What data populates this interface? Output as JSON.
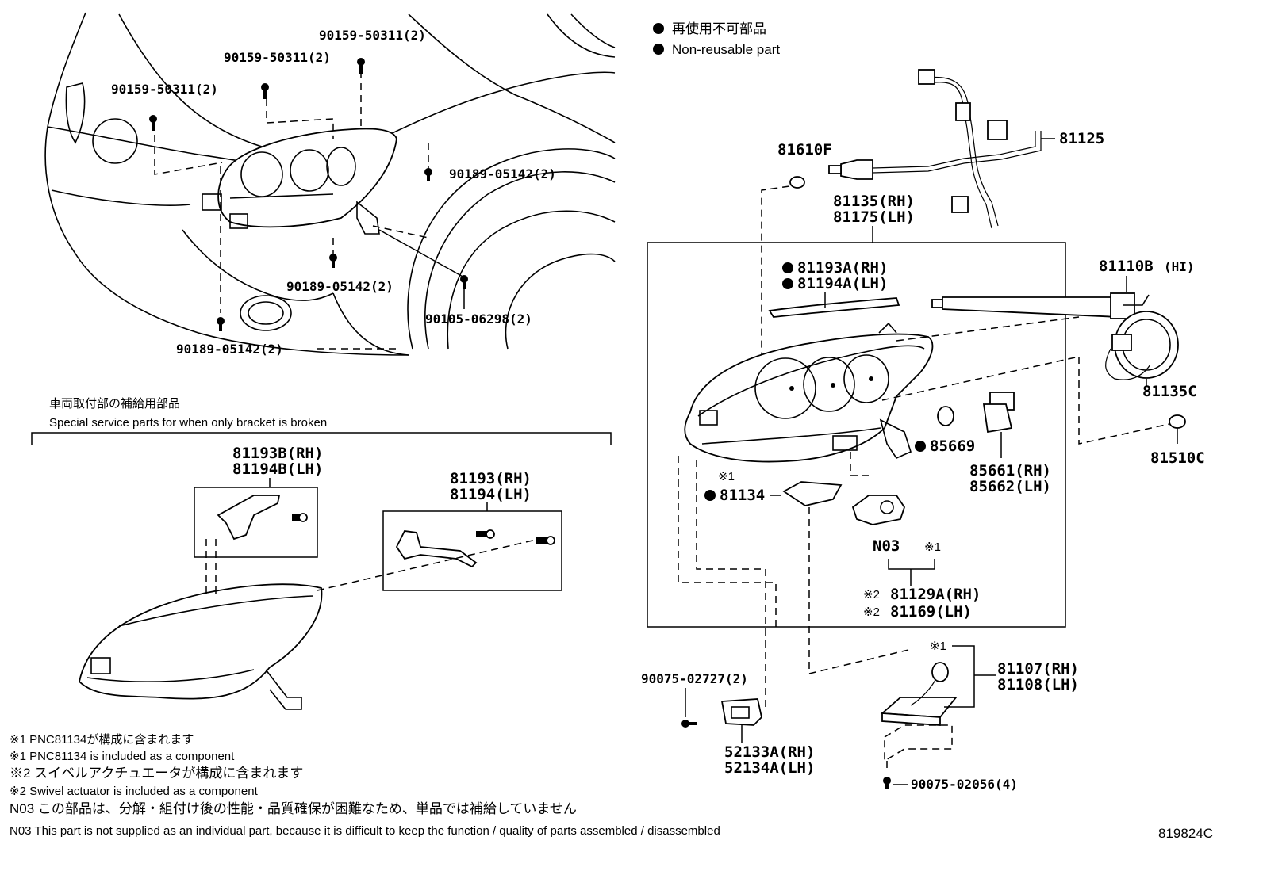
{
  "legend": {
    "non_reusable_ja": "再使用不可部品",
    "non_reusable_en": "Non-reusable part"
  },
  "overview": {
    "bolt_a1": "90159-50311(2)",
    "bolt_a2": "90159-50311(2)",
    "bolt_a3": "90159-50311(2)",
    "bolt_b1": "90189-05142(2)",
    "bolt_b2": "90189-05142(2)",
    "bolt_b3": "90189-05142(2)",
    "bolt_c1": "90105-06298(2)"
  },
  "special": {
    "title_ja": "車両取付部の補給用部品",
    "title_en": "Special service parts for when only bracket is broken",
    "p1_rh": "81193B(RH)",
    "p1_lh": "81194B(LH)",
    "p2_rh": "81193(RH)",
    "p2_lh": "81194(LH)"
  },
  "main": {
    "p_81610F": "81610F",
    "p_81135": "81135(RH)",
    "p_81175": "81175(LH)",
    "p_81125": "81125",
    "p_81193A": "81193A(RH)",
    "p_81194A": "81194A(LH)",
    "p_81110B": "81110B",
    "p_81110B_sub": "(HI)",
    "p_81135C": "81135C",
    "p_81510C": "81510C",
    "p_85669": "85669",
    "p_85661": "85661(RH)",
    "p_85662": "85662(LH)",
    "mark_81134": "※1",
    "p_81134": "81134",
    "n03": "N03",
    "mark_n03": "※1",
    "mark_81129A": "※2",
    "p_81129A": "81129A(RH)",
    "mark_81169": "※2",
    "p_81169": "81169(LH)",
    "mark_81107": "※1",
    "p_81107": "81107(RH)",
    "p_81108": "81108(LH)",
    "p_90075_02727": "90075-02727(2)",
    "p_52133A": "52133A(RH)",
    "p_52134A": "52134A(LH)",
    "p_90075_02056": "90075-02056(4)"
  },
  "footnotes": {
    "n1_ja": "※1 PNC81134が構成に含まれます",
    "n1_en": "※1 PNC81134 is included as a component",
    "n2_ja": "※2 スイベルアクチュエータが構成に含まれます",
    "n2_en": "※2 Swivel actuator is included as a component",
    "n3_ja": "N03 この部品は、分解・組付け後の性能・品質確保が困難なため、単品では補給していません",
    "n3_en": "N03 This part is not supplied as an individual part, because it is difficult to keep the function / quality of parts assembled / disassembled"
  },
  "diagram_id": "819824C"
}
